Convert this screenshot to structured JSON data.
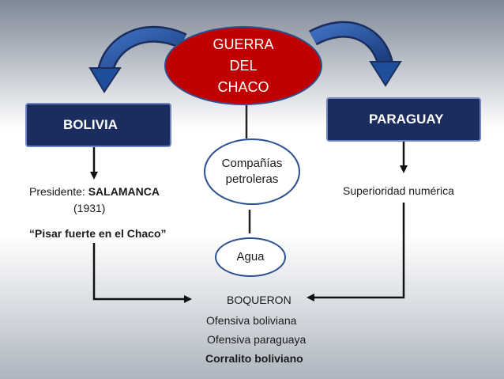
{
  "center": {
    "line1": "GUERRA",
    "line2": "DEL",
    "line3": "CHACO"
  },
  "left_box": {
    "label": "BOLIVIA"
  },
  "right_box": {
    "label": "PARAGUAY"
  },
  "middle": {
    "companias_line1": "Compañías",
    "companias_line2": "petroleras",
    "agua": "Agua"
  },
  "bolivia": {
    "presidente_label": "Presidente: ",
    "presidente_name": "SALAMANCA",
    "year": "(1931)",
    "quote": "“Pisar fuerte en el Chaco”"
  },
  "paraguay": {
    "note": "Superioridad numérica"
  },
  "events": {
    "e1": "BOQUERON",
    "e2": "Ofensiva boliviana",
    "e3": "Ofensiva paraguaya",
    "e4": "Corralito boliviano"
  },
  "colors": {
    "red": "#c00000",
    "navy": "#1b2d5e",
    "arrow_blue": "#1f4e9a"
  }
}
